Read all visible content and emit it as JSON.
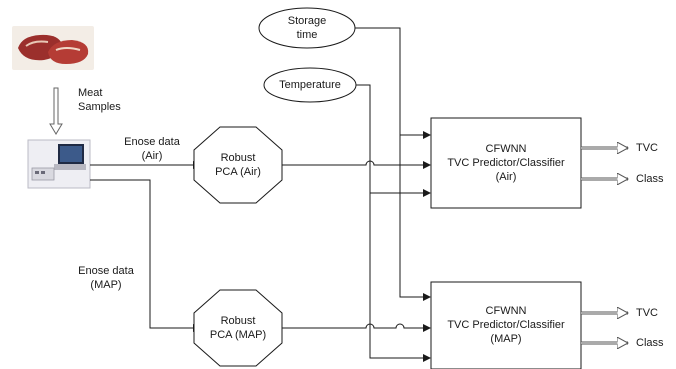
{
  "meat_samples_label": [
    "Meat",
    "Samples"
  ],
  "storage_time_label": [
    "Storage",
    "time"
  ],
  "temperature_label": "Temperature",
  "enose_air_label": [
    "Enose data",
    "(Air)"
  ],
  "enose_map_label": [
    "Enose data",
    "(MAP)"
  ],
  "pca_air_label": [
    "Robust",
    "PCA (Air)"
  ],
  "pca_map_label": [
    "Robust",
    "PCA (MAP)"
  ],
  "cfwnn_air_label": [
    "CFWNN",
    "TVC Predictor/Classifier",
    "(Air)"
  ],
  "cfwnn_map_label": [
    "CFWNN",
    "TVC Predictor/Classifier",
    "(MAP)"
  ],
  "output_air": [
    "TVC",
    "Class"
  ],
  "output_map": [
    "TVC",
    "Class"
  ],
  "colors": {
    "line": "#1a1a1a",
    "meat_dark": "#8b2a2a",
    "meat_light": "#c86b5a",
    "device_body": "#d9d9e0",
    "laptop_screen": "#1f2a44"
  }
}
